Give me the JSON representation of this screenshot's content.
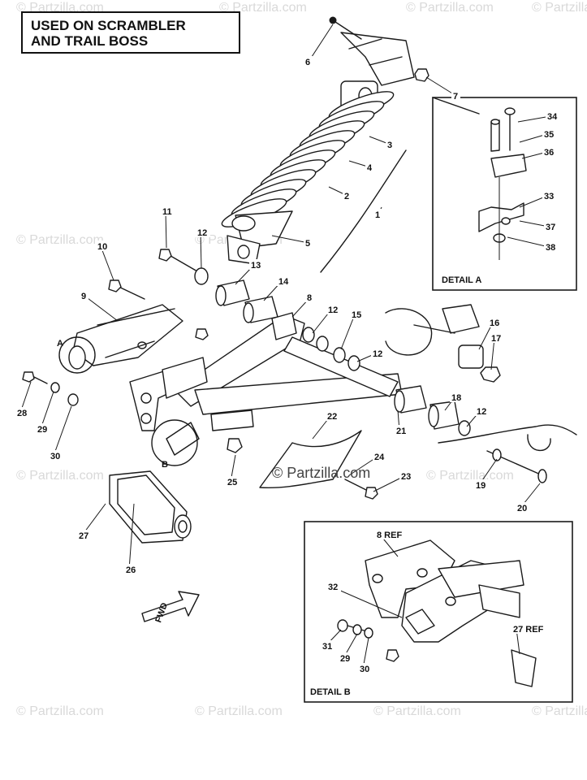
{
  "header": {
    "line1": "USED ON SCRAMBLER",
    "line2": "AND TRAIL BOSS"
  },
  "watermark": {
    "text": "© Partzilla.com",
    "center_text": "© Partzilla.com"
  },
  "details": {
    "a": "DETAIL A",
    "b": "DETAIL B"
  },
  "fwd_label": "FWD",
  "view_markers": {
    "a": "A",
    "b": "B"
  },
  "callouts": [
    "1",
    "2",
    "3",
    "4",
    "5",
    "6",
    "7",
    "8",
    "9",
    "10",
    "11",
    "12",
    "12",
    "12",
    "12",
    "13",
    "14",
    "15",
    "16",
    "17",
    "18",
    "19",
    "20",
    "21",
    "22",
    "23",
    "24",
    "25",
    "26",
    "27",
    "28",
    "29",
    "30",
    "33",
    "34",
    "35",
    "36",
    "37",
    "38",
    "8 REF",
    "32",
    "31",
    "29",
    "30",
    "27 REF"
  ]
}
